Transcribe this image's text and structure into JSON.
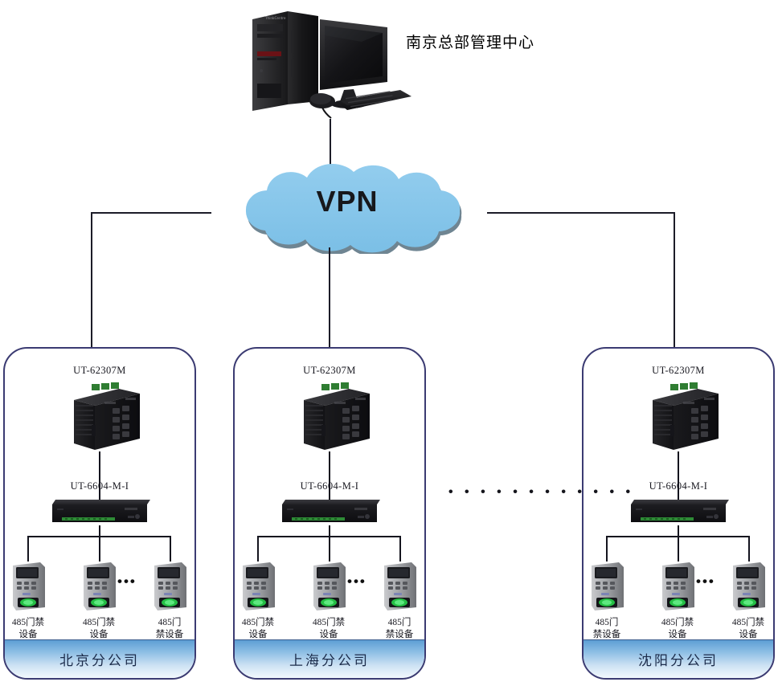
{
  "diagram": {
    "title": "VPN 485 Access Control Network Topology",
    "headquarters": {
      "label": "南京总部管理中心",
      "icon": "desktop-computer-icon"
    },
    "cloud": {
      "label": "VPN",
      "icon": "cloud-icon",
      "fill_color": "#86c5eb",
      "shadow_color": "#5b6b7a"
    },
    "inter_branch_ellipsis": "• • • • • • • • • • • •",
    "branches": [
      {
        "id": "beijing",
        "banner": "北京分公司",
        "switch_label": "UT-62307M",
        "switch_icon": "industrial-ethernet-switch-icon",
        "server_label": "UT-6604-M-I",
        "server_icon": "serial-device-server-icon",
        "terminal_icon": "fingerprint-access-terminal-icon",
        "terminals": [
          {
            "caption_line1": "485门禁",
            "caption_line2": "设备"
          },
          {
            "caption_line1": "485门禁",
            "caption_line2": "设备"
          },
          {
            "caption_line1": "485门",
            "caption_line2": "禁设备"
          }
        ],
        "inner_ellipsis": "•••"
      },
      {
        "id": "shanghai",
        "banner": "上海分公司",
        "switch_label": "UT-62307M",
        "switch_icon": "industrial-ethernet-switch-icon",
        "server_label": "UT-6604-M-I",
        "server_icon": "serial-device-server-icon",
        "terminal_icon": "fingerprint-access-terminal-icon",
        "terminals": [
          {
            "caption_line1": "485门禁",
            "caption_line2": "设备"
          },
          {
            "caption_line1": "485门禁",
            "caption_line2": "设备"
          },
          {
            "caption_line1": "485门",
            "caption_line2": "禁设备"
          }
        ],
        "inner_ellipsis": "•••"
      },
      {
        "id": "shenyang",
        "banner": "沈阳分公司",
        "switch_label": "UT-62307M",
        "switch_icon": "industrial-ethernet-switch-icon",
        "server_label": "UT-6604-M-I",
        "server_icon": "serial-device-server-icon",
        "terminal_icon": "fingerprint-access-terminal-icon",
        "terminals": [
          {
            "caption_line1": "485门",
            "caption_line2": "禁设备"
          },
          {
            "caption_line1": "485门禁",
            "caption_line2": "设备"
          },
          {
            "caption_line1": "485门禁",
            "caption_line2": "设备"
          }
        ],
        "inner_ellipsis": "•••"
      }
    ],
    "colors": {
      "box_border": "#3b3b72",
      "line": "#1c1c28",
      "banner_top": "#5d9ed4",
      "banner_bottom": "#f2f8fd",
      "cloud": "#86c5eb"
    }
  }
}
